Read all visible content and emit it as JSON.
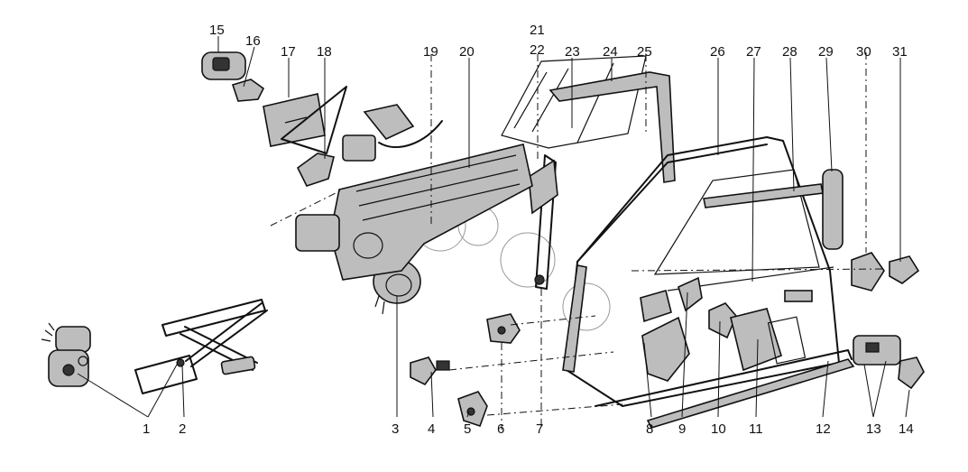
{
  "callouts": [
    "1",
    "2",
    "3",
    "4",
    "5",
    "6",
    "7",
    "8",
    "9",
    "10",
    "11",
    "12",
    "13",
    "14",
    "15",
    "16",
    "17",
    "18",
    "19",
    "20",
    "21",
    "22",
    "23",
    "24",
    "25",
    "26",
    "27",
    "28",
    "29",
    "30",
    "31"
  ],
  "colors": {
    "ink": "#111111",
    "background": "#ffffff",
    "shading": "#bdbdbd"
  }
}
